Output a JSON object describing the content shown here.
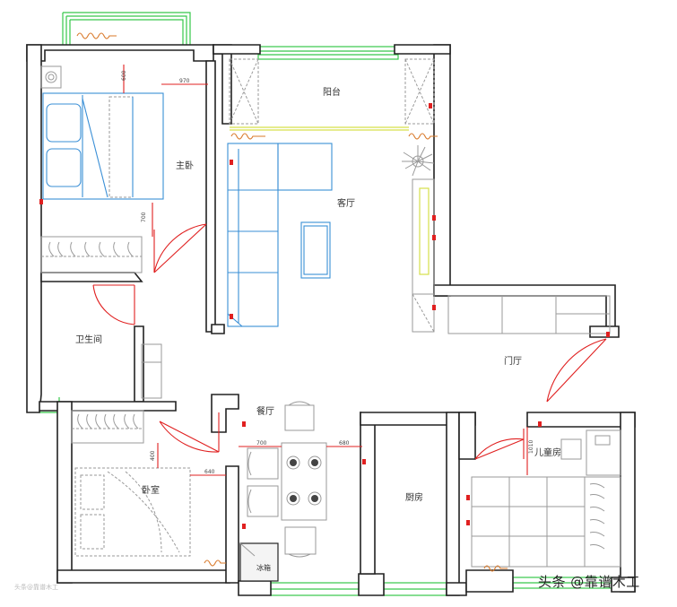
{
  "rooms": {
    "master_bedroom": "主卧",
    "balcony": "阳台",
    "living_room": "客厅",
    "bathroom": "卫生间",
    "entrance": "门厅",
    "dining": "餐厅",
    "bedroom": "卧室",
    "kitchen": "厨房",
    "kids_room": "儿童房",
    "fridge": "冰箱"
  },
  "dimensions": {
    "d1": "600",
    "d2": "970",
    "d3": "700",
    "d4": "700",
    "d5": "680",
    "d6": "400",
    "d7": "640",
    "d8": "1010"
  },
  "caption": "头条 @靠谱木工",
  "watermark": "头条@靠谱木工",
  "colors": {
    "wall": "#222222",
    "window": "#36c84a",
    "furniture_blue": "#3a8fd6",
    "door_red": "#e02020",
    "furniture_grey": "#9a9a9a"
  }
}
